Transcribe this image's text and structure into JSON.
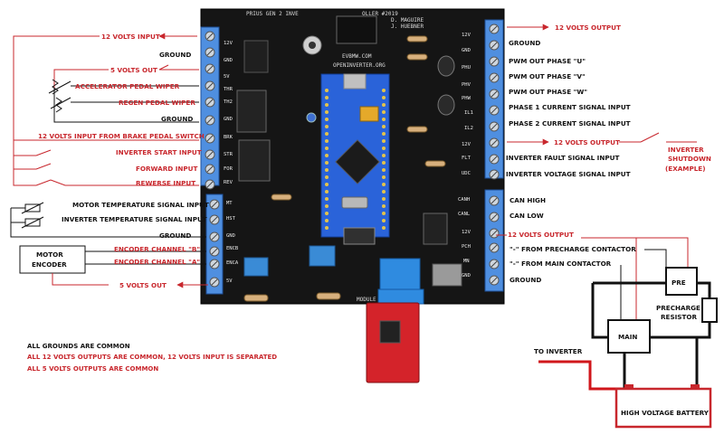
{
  "left_labels": {
    "v12_input": "12 VOLTS INPUT",
    "ground_1": "GROUND",
    "v5_out_1": "5 VOLTS OUT",
    "accel_wiper": "ACCELERATOR PEDAL WIPER",
    "regen_wiper": "REGEN PEDAL WIPER",
    "ground_2": "GROUND",
    "brake_switch": "12 VOLTS INPUT FROM BRAKE PEDAL SWITCH",
    "inverter_start": "INVERTER START INPUT",
    "forward_input": "FORWARD INPUT",
    "reverse_input": "REWERSE INPUT",
    "motor_temp": "MOTOR TEMPERATURE SIGNAL INPUT",
    "inverter_temp": "INVERTER TEMPERATURE SIGNAL INPUT",
    "ground_3": "GROUND",
    "encoder_b": "ENCODER CHANNEL \"B\"",
    "encoder_a": "ENCODER CHANNEL \"A\"",
    "v5_out_2": "5 VOLTS OUT",
    "motor_encoder_line1": "MOTOR",
    "motor_encoder_line2": "ENCODER"
  },
  "right_labels": {
    "v12_output_1": "12 VOLTS OUTPUT",
    "ground_r1": "GROUND",
    "pwm_u": "PWM OUT PHASE \"U\"",
    "pwm_v": "PWM OUT PHASE \"V\"",
    "pwm_w": "PWM OUT PHASE \"W\"",
    "phase1_current": "PHASE 1 CURRENT SIGNAL INPUT",
    "phase2_current": "PHASE 2 CURRENT SIGNAL INPUT",
    "v12_output_2": "12 VOLTS OUTPUT",
    "inverter_fault": "INVERTER FAULT SIGNAL INPUT",
    "inverter_voltage": "INVERTER VOLTAGE SIGNAL INPUT",
    "can_high": "CAN HIGH",
    "can_low": "CAN LOW",
    "v12_output_3": "12 VOLTS OUTPUT",
    "from_precharge": "\"-\" FROM PRECHARGE CONTACTOR",
    "from_main": "\"-\" FROM MAIN CONTACTOR",
    "ground_r2": "GROUND",
    "inverter_shutdown_1": "INVERTER",
    "inverter_shutdown_2": "SHUTDOWN",
    "inverter_shutdown_3": "(EXAMPLE)"
  },
  "hv_section": {
    "pre_label": "PRE",
    "main_label": "MAIN",
    "precharge_resistor_1": "PRECHARGE",
    "precharge_resistor_2": "RESISTOR",
    "to_inverter": "TO INVERTER",
    "battery": "HIGH VOLTAGE BATTERY"
  },
  "board": {
    "title": "PRIUS GEN 2 INVE",
    "title_suffix": "OLLER #2019",
    "author_1": "D. MAGUIRE",
    "author_2": "J. HUEBNER",
    "site_1": "EVBMW.COM",
    "site_2": "OPENINVERTER.ORG",
    "module": "MODULE",
    "left_pins": [
      "12V",
      "GND",
      "5V",
      "THR",
      "TH2",
      "GND",
      "BRK",
      "STR",
      "FOR",
      "REV",
      "MT",
      "HST",
      "GND",
      "ENCB",
      "ENCA",
      "5V"
    ],
    "right_pins": [
      "12V",
      "GND",
      "PHU",
      "PHV",
      "PHW",
      "IL1",
      "IL2",
      "12V",
      "FLT",
      "UDC",
      "CANH",
      "CANL",
      "12V",
      "PCH",
      "MN",
      "GND"
    ]
  },
  "notes": {
    "line1": "ALL GROUNDS ARE COMMON",
    "line2": "ALL 12 VOLTS OUTPUTS ARE COMMON, 12 VOLTS INPUT IS SEPARATED",
    "line3": "ALL 5 VOLTS OUTPUTS ARE COMMON"
  },
  "colors": {
    "accent_red": "#c8272d",
    "pcb_black": "#141414",
    "terminal_blue": "#2a6fd1",
    "bluepill_blue": "#1f5bd8",
    "wire_black": "#111111",
    "wire_red": "#d0161b"
  }
}
